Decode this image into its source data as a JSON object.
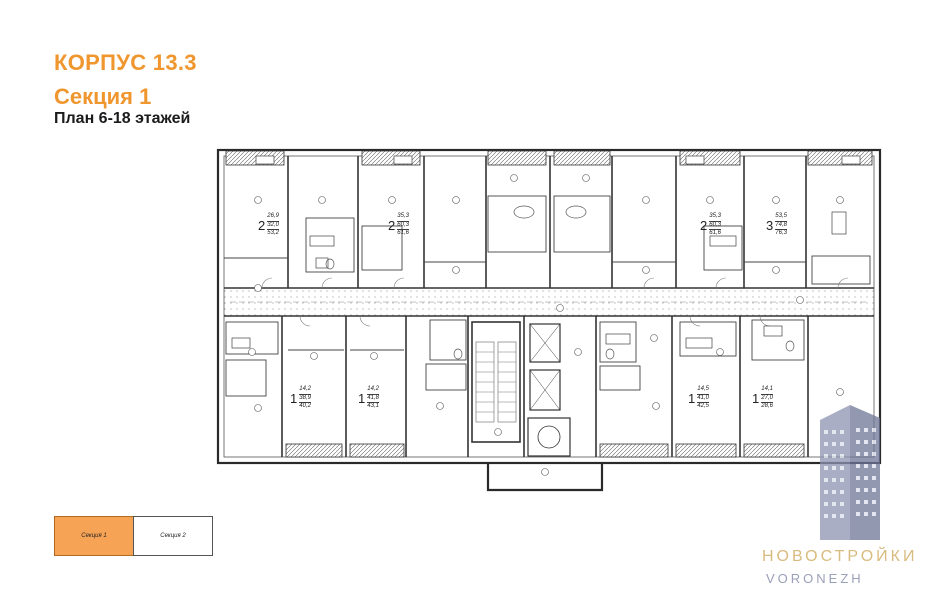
{
  "header": {
    "building": "КОРПУС 13.3",
    "section": "Секция 1",
    "plan": "План 6-18 этажей"
  },
  "apartments": [
    {
      "rooms": "2",
      "areas": [
        "26,9",
        "32,0",
        "53,2"
      ]
    },
    {
      "rooms": "2",
      "areas": [
        "35,3",
        "60,3",
        "61,6"
      ]
    },
    {
      "rooms": "2",
      "areas": [
        "35,3",
        "60,3",
        "61,6"
      ]
    },
    {
      "rooms": "3",
      "areas": [
        "53,5",
        "74,8",
        "76,3"
      ]
    },
    {
      "rooms": "1",
      "areas": [
        "14,2",
        "38,9",
        "40,2"
      ]
    },
    {
      "rooms": "1",
      "areas": [
        "14,2",
        "41,8",
        "43,1"
      ]
    },
    {
      "rooms": "1",
      "areas": [
        "14,5",
        "41,0",
        "42,5"
      ]
    },
    {
      "rooms": "1",
      "areas": [
        "14,1",
        "27,0",
        "28,6"
      ]
    }
  ],
  "section_map": {
    "section1": "Секция 1",
    "section2": "Секция 2"
  },
  "watermark": {
    "title": "НОВОСТРОЙКИ",
    "subtitle": "VORONEZH"
  },
  "colors": {
    "accent": "#f0962e",
    "plan_line": "#333333",
    "watermark_building": "#7e86a8"
  }
}
